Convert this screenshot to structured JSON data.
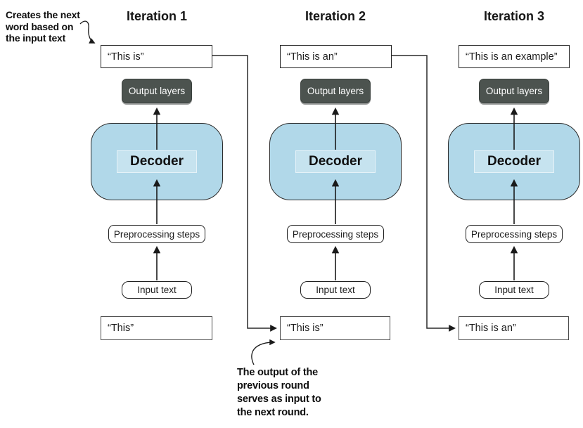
{
  "colors": {
    "decoder_fill": "#b1d8e9",
    "output_layers_fill": "#4c534f",
    "line": "#1a1a1a",
    "background": "#ffffff"
  },
  "annotations": {
    "top_left": "Creates the next\nword based on\nthe input text",
    "bottom": "The output of the\nprevious round\nserves as input to\nthe next round."
  },
  "iterations": [
    {
      "header": "Iteration 1",
      "output_text": "“This is”",
      "output_layers_label": "Output layers",
      "decoder_label": "Decoder",
      "preprocessing_label": "Preprocessing steps",
      "input_label": "Input text",
      "input_text": "“This”"
    },
    {
      "header": "Iteration 2",
      "output_text": "“This is an”",
      "output_layers_label": "Output layers",
      "decoder_label": "Decoder",
      "preprocessing_label": "Preprocessing steps",
      "input_label": "Input text",
      "input_text": "“This is”"
    },
    {
      "header": "Iteration 3",
      "output_text": "“This is an example”",
      "output_layers_label": "Output layers",
      "decoder_label": "Decoder",
      "preprocessing_label": "Preprocessing steps",
      "input_label": "Input text",
      "input_text": "“This is an”"
    }
  ]
}
